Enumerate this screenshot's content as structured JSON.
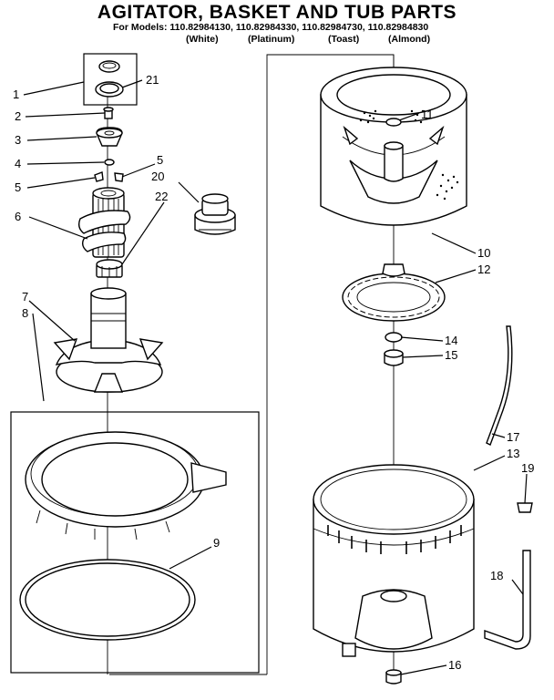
{
  "header": {
    "title": "AGITATOR, BASKET AND TUB PARTS",
    "models_line": "For Models: 110.82984130, 110.82984330, 110.82984730, 110.82984830",
    "variants": [
      "(White)",
      "(Platinum)",
      "(Toast)",
      "(Almond)"
    ]
  },
  "callouts": {
    "c1": "1",
    "c2": "2",
    "c3": "3",
    "c4": "4",
    "c5a": "5",
    "c5b": "5",
    "c6": "6",
    "c7": "7",
    "c8": "8",
    "c9": "9",
    "c10": "10",
    "c11": "11",
    "c12": "12",
    "c13": "13",
    "c14": "14",
    "c15": "15",
    "c16": "16",
    "c17": "17",
    "c18": "18",
    "c19": "19",
    "c20": "20",
    "c21": "21",
    "c22": "22"
  }
}
